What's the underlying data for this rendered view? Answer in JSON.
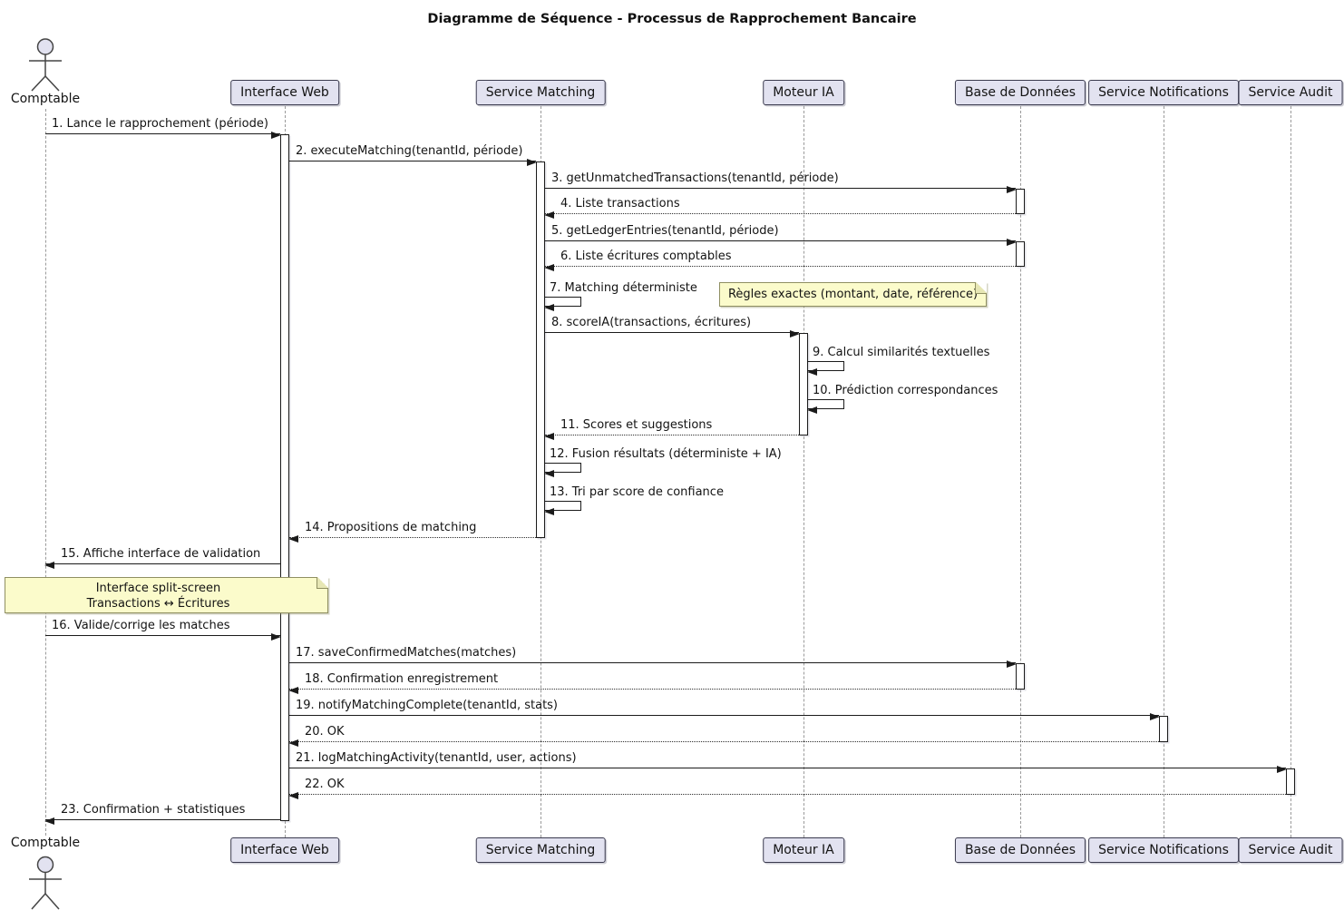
{
  "title": "Diagramme de Séquence - Processus de Rapprochement Bancaire",
  "actor": {
    "name": "Comptable"
  },
  "participants": [
    {
      "label": "Interface Web"
    },
    {
      "label": "Service Matching"
    },
    {
      "label": "Moteur IA"
    },
    {
      "label": "Base de Données"
    },
    {
      "label": "Service Notifications"
    },
    {
      "label": "Service Audit"
    }
  ],
  "messages": [
    {
      "label": "1. Lance le rapprochement (période)",
      "from": "Comptable",
      "to": "Interface Web",
      "style": "solid"
    },
    {
      "label": "2. executeMatching(tenantId, période)",
      "from": "Interface Web",
      "to": "Service Matching",
      "style": "solid"
    },
    {
      "label": "3. getUnmatchedTransactions(tenantId, période)",
      "from": "Service Matching",
      "to": "Base de Données",
      "style": "solid"
    },
    {
      "label": "4. Liste transactions",
      "from": "Base de Données",
      "to": "Service Matching",
      "style": "dashed-return"
    },
    {
      "label": "5. getLedgerEntries(tenantId, période)",
      "from": "Service Matching",
      "to": "Base de Données",
      "style": "solid"
    },
    {
      "label": "6. Liste écritures comptables",
      "from": "Base de Données",
      "to": "Service Matching",
      "style": "dashed-return"
    },
    {
      "label": "7. Matching déterministe",
      "from": "Service Matching",
      "to": "Service Matching",
      "style": "self"
    },
    {
      "label": "8. scoreIA(transactions, écritures)",
      "from": "Service Matching",
      "to": "Moteur IA",
      "style": "solid"
    },
    {
      "label": "9. Calcul similarités textuelles",
      "from": "Moteur IA",
      "to": "Moteur IA",
      "style": "self"
    },
    {
      "label": "10. Prédiction correspondances",
      "from": "Moteur IA",
      "to": "Moteur IA",
      "style": "self"
    },
    {
      "label": "11. Scores et suggestions",
      "from": "Moteur IA",
      "to": "Service Matching",
      "style": "dashed-return"
    },
    {
      "label": "12. Fusion résultats (déterministe + IA)",
      "from": "Service Matching",
      "to": "Service Matching",
      "style": "self"
    },
    {
      "label": "13. Tri par score de confiance",
      "from": "Service Matching",
      "to": "Service Matching",
      "style": "self"
    },
    {
      "label": "14. Propositions de matching",
      "from": "Service Matching",
      "to": "Interface Web",
      "style": "dashed-return"
    },
    {
      "label": "15. Affiche interface de validation",
      "from": "Interface Web",
      "to": "Comptable",
      "style": "solid"
    },
    {
      "label": "16. Valide/corrige les matches",
      "from": "Comptable",
      "to": "Interface Web",
      "style": "solid"
    },
    {
      "label": "17. saveConfirmedMatches(matches)",
      "from": "Interface Web",
      "to": "Base de Données",
      "style": "solid"
    },
    {
      "label": "18. Confirmation enregistrement",
      "from": "Base de Données",
      "to": "Interface Web",
      "style": "dashed-return"
    },
    {
      "label": "19. notifyMatchingComplete(tenantId, stats)",
      "from": "Interface Web",
      "to": "Service Notifications",
      "style": "solid"
    },
    {
      "label": "20. OK",
      "from": "Service Notifications",
      "to": "Interface Web",
      "style": "dashed-return"
    },
    {
      "label": "21. logMatchingActivity(tenantId, user, actions)",
      "from": "Interface Web",
      "to": "Service Audit",
      "style": "solid"
    },
    {
      "label": "22. OK",
      "from": "Service Audit",
      "to": "Interface Web",
      "style": "dashed-return"
    },
    {
      "label": "23. Confirmation + statistiques",
      "from": "Interface Web",
      "to": "Comptable",
      "style": "solid"
    }
  ],
  "notes": [
    {
      "text": "Règles exactes (montant, date, référence)"
    },
    {
      "line1": "Interface split-screen",
      "line2": "Transactions ↔ Écritures"
    }
  ],
  "colors": {
    "participant_fill": "#E2E2F0",
    "participant_border": "#3A3A4E",
    "note_fill": "#FBFBCB",
    "note_border": "#8F8F62",
    "line": "#1B1B1B",
    "lifeline": "#9A9A9A",
    "text": "#131313",
    "background": "#FFFFFF"
  }
}
